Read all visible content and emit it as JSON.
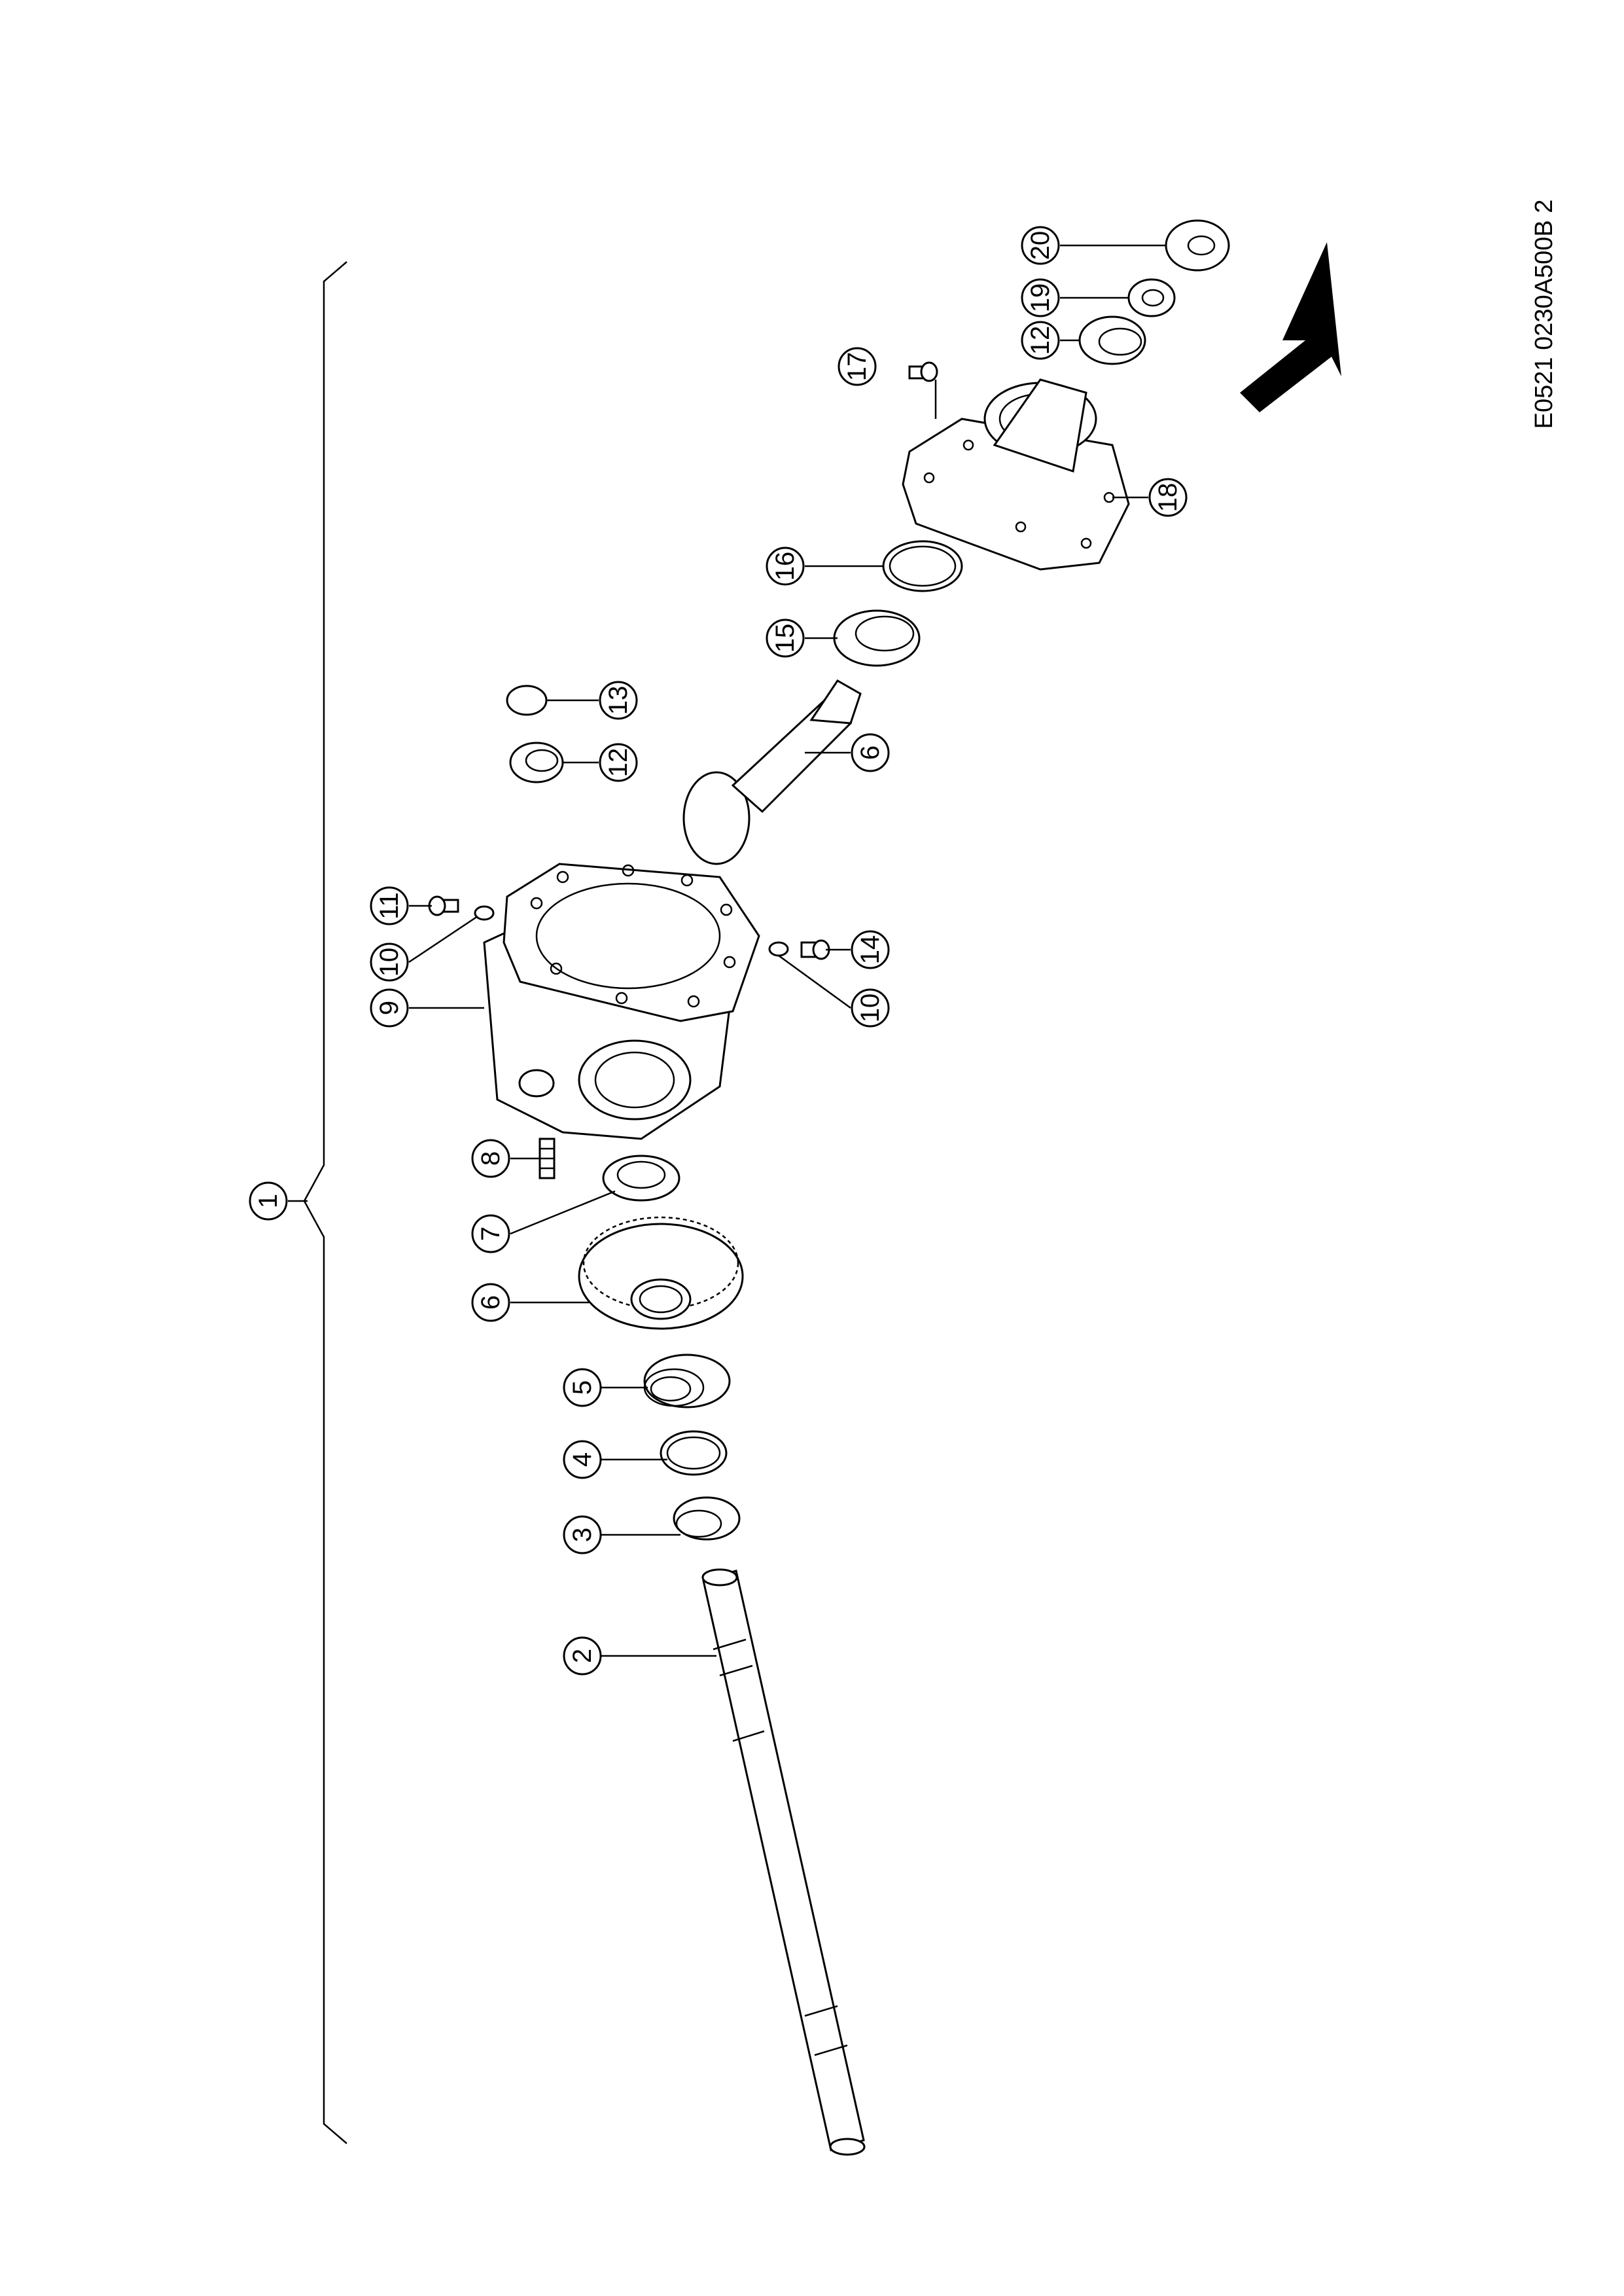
{
  "drawing_code": "E0521 0230A500B 2",
  "callouts": [
    {
      "label": "1"
    },
    {
      "label": "2"
    },
    {
      "label": "3"
    },
    {
      "label": "4"
    },
    {
      "label": "5"
    },
    {
      "label": "6"
    },
    {
      "label": "7"
    },
    {
      "label": "8"
    },
    {
      "label": "9"
    },
    {
      "label": "10"
    },
    {
      "label": "11"
    },
    {
      "label": "10"
    },
    {
      "label": "14"
    },
    {
      "label": "12"
    },
    {
      "label": "13"
    },
    {
      "label": "6"
    },
    {
      "label": "15"
    },
    {
      "label": "16"
    },
    {
      "label": "17"
    },
    {
      "label": "18"
    },
    {
      "label": "12"
    },
    {
      "label": "19"
    },
    {
      "label": "20"
    }
  ],
  "icons": {
    "direction": "direction-arrow-icon"
  }
}
